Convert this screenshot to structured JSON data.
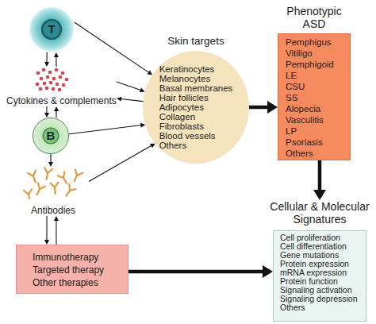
{
  "diagram": {
    "nodes": [
      {
        "text": [
          "T"
        ]
      },
      {
        "text": [
          "Cytokines & complements"
        ]
      },
      {
        "text": [
          "B"
        ]
      },
      {
        "text": [
          "Antibodies"
        ]
      },
      {
        "text": [
          "Immunotherapy",
          "Targeted therapy",
          "Other therapies"
        ]
      },
      {
        "text": [
          "Skin targets",
          "Keratinocytes",
          "Melanocytes",
          "Basal membranes",
          "Hair follicles",
          "Adipocytes",
          "Collagen",
          "Fibroblasts",
          "Blood vessels",
          "Others"
        ]
      },
      {
        "text": [
          "Phenotypic ASD",
          "Pemphigus",
          "Vitiligo",
          "Pemphigoid",
          "LE",
          "CSU",
          "SS",
          "Alopecia",
          "Vasculitis",
          "LP",
          "Psoriasis",
          "Others"
        ]
      },
      {
        "text": [
          "Cellular & Molecular Signatures",
          "Cell proliferation",
          "Cell differentiation",
          "Gene mutations",
          "Protein expression",
          "mRNA expression",
          "Protein function",
          "Signaling activation",
          "Signaling depression",
          "Others"
        ]
      }
    ],
    "edges": [
      {
        "from": 0,
        "to": 1,
        "arrow": "to"
      },
      {
        "from": 1,
        "to": 0,
        "arrow": "to"
      },
      {
        "from": 1,
        "to": 2,
        "arrow": "to"
      },
      {
        "from": 2,
        "to": 1,
        "arrow": "to"
      },
      {
        "from": 2,
        "to": 3,
        "arrow": "to"
      },
      {
        "from": 3,
        "to": 4,
        "arrow": "to"
      },
      {
        "from": 4,
        "to": 3,
        "arrow": "to"
      },
      {
        "from": 0,
        "to": 5,
        "arrow": "to"
      },
      {
        "from": 1,
        "to": 5,
        "arrow": "to"
      },
      {
        "from": 5,
        "to": 1,
        "arrow": "to"
      },
      {
        "from": 2,
        "to": 5,
        "arrow": "to"
      },
      {
        "from": 3,
        "to": 5,
        "arrow": "to"
      },
      {
        "from": 5,
        "to": 6,
        "arrow": "to"
      },
      {
        "from": 6,
        "to": 7,
        "arrow": "to"
      },
      {
        "from": 4,
        "to": 7,
        "arrow": "to"
      }
    ]
  }
}
